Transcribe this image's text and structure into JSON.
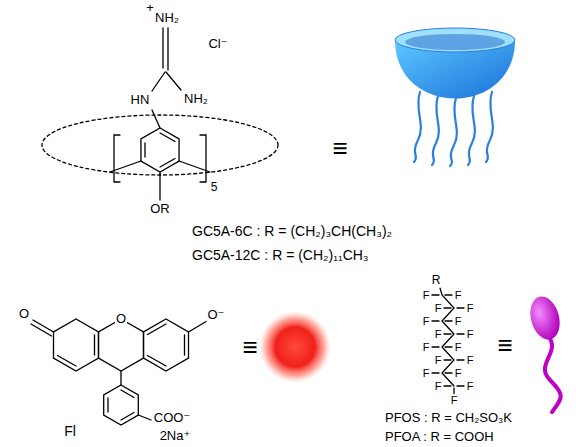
{
  "diagram": {
    "labels": [
      "+",
      "NH₂",
      "Cl⁻",
      "HN",
      "NH₂",
      "5",
      "OR",
      "≡",
      "GC5A-6C : R = (CH₂)₃CH(CH₃)₂",
      "GC5A-12C : R = (CH₂)₁₁CH₃",
      "O",
      "O",
      "O⁻",
      "COO⁻",
      "2Na⁺",
      "≡",
      "Fl",
      "R",
      "F",
      "F",
      "F",
      "F",
      "F",
      "F",
      "F",
      "F",
      "F",
      "F",
      "F",
      "F",
      "F",
      "F",
      "F",
      "F",
      "F",
      "≡",
      "PFOS : R = CH₂SO₃K",
      "PFOA : R = COOH"
    ]
  }
}
